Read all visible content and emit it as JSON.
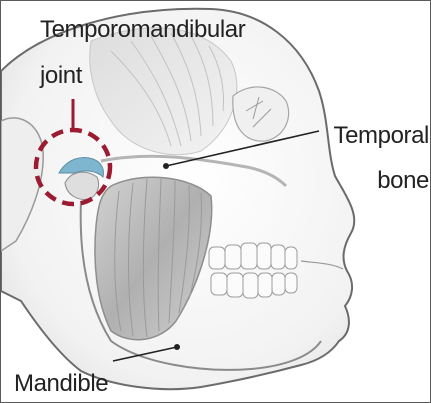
{
  "labels": {
    "tmj_line1": "Temporomandibular",
    "tmj_line2": "joint",
    "temporal_line1": "Temporal",
    "temporal_line2": "bone",
    "mandible": "Mandible"
  },
  "colors": {
    "highlight_circle": "#9b1b30",
    "leader_lines": "#222222",
    "skin_outline": "#6b6b6b",
    "muscle": "#b9b9b9",
    "cartilage": "#7fb6cf"
  }
}
